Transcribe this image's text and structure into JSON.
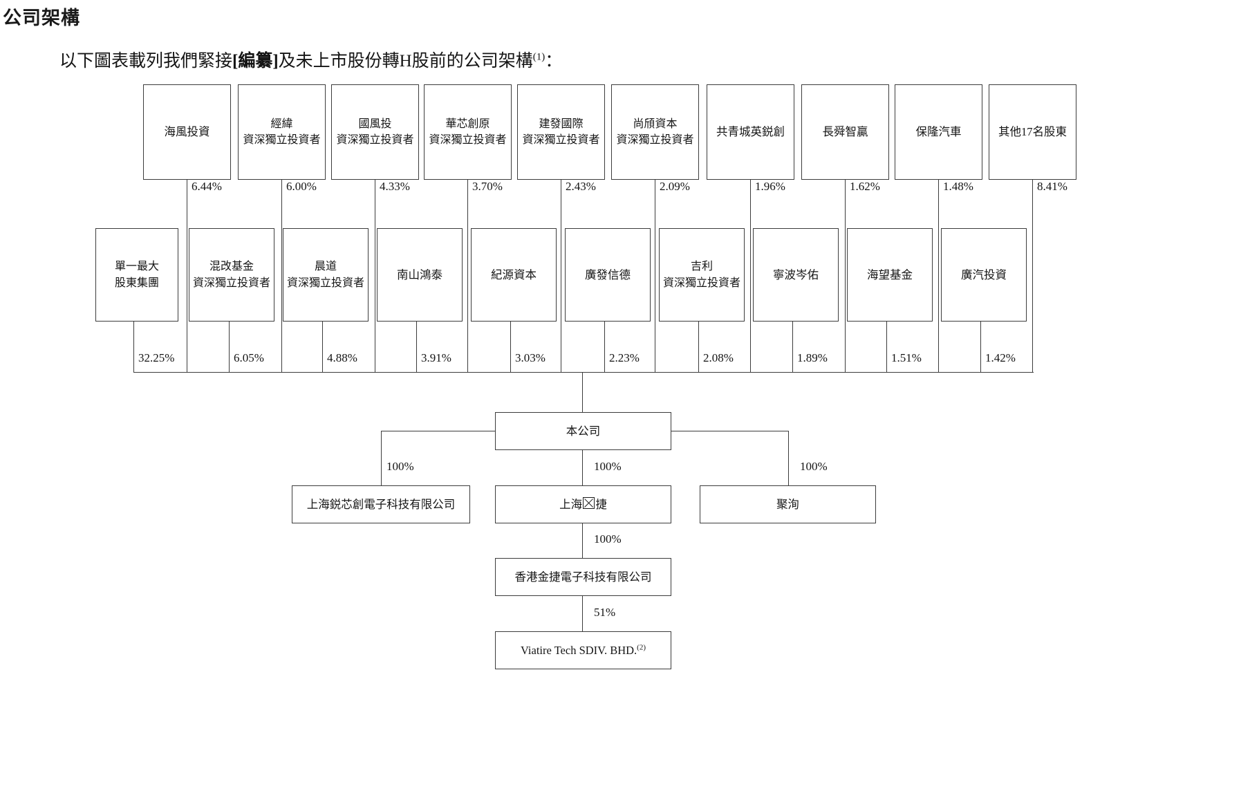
{
  "page": {
    "title": "公司架構",
    "intro_prefix": "以下圖表載列我們緊接",
    "intro_bracket": "[編纂]",
    "intro_suffix": "及未上市股份轉H股前的公司架構",
    "intro_footnote": "(1)",
    "intro_colon": "："
  },
  "chart_data": {
    "type": "diagram",
    "title": "公司架構",
    "description": "緊接[編纂]及未上市股份轉H股前的公司架構",
    "row1_shareholders": [
      {
        "name": "海風投資",
        "pct": "6.44%"
      },
      {
        "name": "經緯",
        "subtitle": "資深獨立投資者",
        "pct": "6.00%"
      },
      {
        "name": "國風投",
        "subtitle": "資深獨立投資者",
        "pct": "4.33%"
      },
      {
        "name": "華芯創原",
        "subtitle": "資深獨立投資者",
        "pct": "3.70%"
      },
      {
        "name": "建發國際",
        "subtitle": "資深獨立投資者",
        "pct": "2.43%"
      },
      {
        "name": "尚頎資本",
        "subtitle": "資深獨立投資者",
        "pct": "2.09%"
      },
      {
        "name": "共青城英鋭創",
        "pct": "1.96%"
      },
      {
        "name": "長舜智贏",
        "pct": "1.62%"
      },
      {
        "name": "保隆汽車",
        "pct": "1.48%"
      },
      {
        "name": "其他17名股東",
        "pct": "8.41%"
      }
    ],
    "row2_shareholders": [
      {
        "name": "單一最大",
        "subtitle": "股東集團",
        "pct": "32.25%"
      },
      {
        "name": "混改基金",
        "subtitle": "資深獨立投資者",
        "pct": "6.05%"
      },
      {
        "name": "晨道",
        "subtitle": "資深獨立投資者",
        "pct": "4.88%"
      },
      {
        "name": "南山鴻泰",
        "pct": "3.91%"
      },
      {
        "name": "紀源資本",
        "pct": "3.03%"
      },
      {
        "name": "廣發信德",
        "pct": "2.23%"
      },
      {
        "name": "吉利",
        "subtitle": "資深獨立投資者",
        "pct": "2.08%"
      },
      {
        "name": "寧波岑佑",
        "pct": "1.89%"
      },
      {
        "name": "海望基金",
        "pct": "1.51%"
      },
      {
        "name": "廣汽投資",
        "pct": "1.42%"
      }
    ],
    "company": {
      "name": "本公司"
    },
    "subsidiaries": [
      {
        "name": "上海鋭芯創電子科技有限公司",
        "pct": "100%"
      },
      {
        "name": "上海�捷",
        "name_prefix": "上海",
        "name_suffix": "捷",
        "has_missing_glyph": true,
        "pct": "100%"
      },
      {
        "name": "聚洵",
        "pct": "100%"
      }
    ],
    "hk_subsidiary": {
      "name": "香港金捷電子科技有限公司",
      "pct": "100%"
    },
    "malaysia_subsidiary": {
      "name": "Viatire Tech SDIV. BHD.",
      "footnote": "(2)",
      "pct": "51%"
    }
  }
}
